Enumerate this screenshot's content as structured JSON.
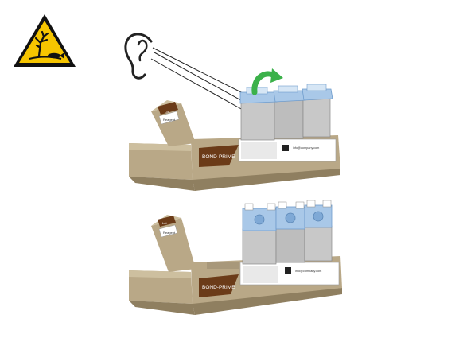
{
  "hazard_icon": "environmental-hazard-icon",
  "ear_icon": "ear-icon",
  "rotate_arrow_icon": "rotate-arrow-icon",
  "top_tray": {
    "brand": "BOND-PRIME",
    "tab_label": "Reagent",
    "side_label": "Lot",
    "contact": "info@company.com"
  },
  "bottom_tray": {
    "brand": "BOND-PRIME",
    "tab_label": "Reagent",
    "side_label": "Lot",
    "contact": "info@company.com"
  },
  "colors": {
    "tray": "#b9a887",
    "tray_dark": "#8f7f60",
    "brand_band": "#6b3b18",
    "cap_blue": "#a9c8e8",
    "cap_blue_dark": "#6f9ccc",
    "cartridge": "#c8c8c8",
    "arrow_green": "#3bb14a",
    "hazard_yellow": "#f6c500"
  }
}
